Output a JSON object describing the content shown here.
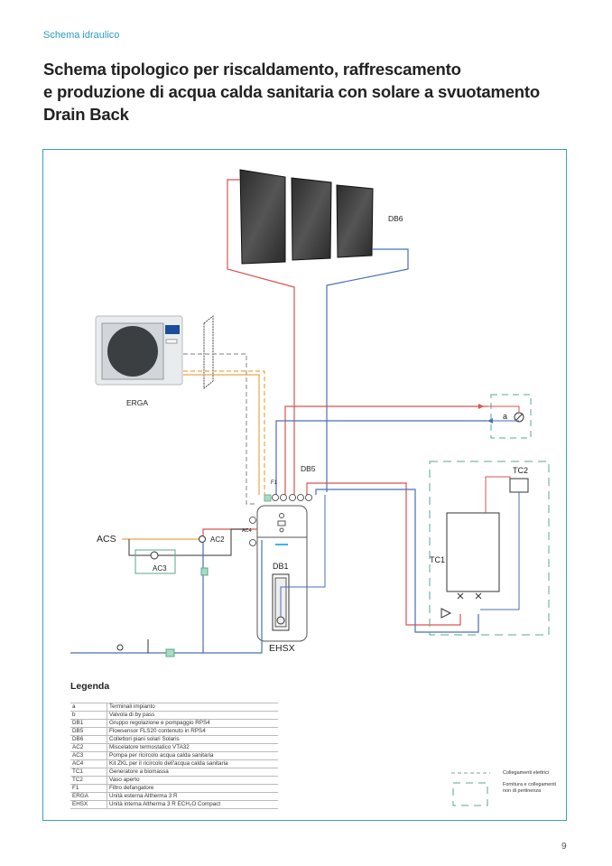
{
  "header": {
    "section": "Schema idraulico",
    "title_lines": [
      "Schema tipologico per riscaldamento, raffrescamento",
      "e produzione di acqua calda sanitaria con solare a svuotamento",
      "Drain Back"
    ]
  },
  "diagram": {
    "labels": {
      "solar": "DB6",
      "outdoor_unit": "ERGA",
      "flowsensor": "DB5",
      "indoor_unit": "EHSX",
      "pump_group": "DB1",
      "dhw": "ACS",
      "mixer": "AC2",
      "recirc_pump": "AC3",
      "recirc_kit": "AC4",
      "boiler": "TC1",
      "open_vessel": "TC2",
      "filter": "F1",
      "terminal": "a"
    },
    "colors": {
      "flow": "#d9534f",
      "return": "#4a6fb5",
      "refrigerant": "#e8a64a",
      "electrical": "#999999",
      "not_supplied": "#5aa88a",
      "frame": "#3a9fc2"
    }
  },
  "legend": {
    "title": "Legenda",
    "rows": [
      {
        "code": "a",
        "desc": "Terminali impianto"
      },
      {
        "code": "b",
        "desc": "Valvola di by pass"
      },
      {
        "code": "DB1",
        "desc": "Gruppo regolazione e pompaggio RPS4"
      },
      {
        "code": "DB5",
        "desc": "Flowsensor FLS20 contenuto in RPS4"
      },
      {
        "code": "DB6",
        "desc": "Collettori piani solari Solaris"
      },
      {
        "code": "AC2",
        "desc": "Miscelatore termostatico VTA32"
      },
      {
        "code": "AC3",
        "desc": "Pompa per ricircolo acqua calda sanitaria"
      },
      {
        "code": "AC4",
        "desc": "Kit ZKL per il ricircolo dell'acqua calda sanitaria"
      },
      {
        "code": "TC1",
        "desc": "Generatore a biomassa"
      },
      {
        "code": "TC2",
        "desc": "Vaso aperto"
      },
      {
        "code": "F1",
        "desc": "Filtro defangatore"
      },
      {
        "code": "ERGA",
        "desc": "Unità esterna Altherma 3 R"
      },
      {
        "code": "EHSX",
        "desc": "Unità interna Altherma 3 R ECH₂O Compact"
      }
    ],
    "key_electrical": "Collegamenti elettrici",
    "key_supply": "Fornitura e collegamenti non di pertinenza"
  },
  "page_number": "9"
}
